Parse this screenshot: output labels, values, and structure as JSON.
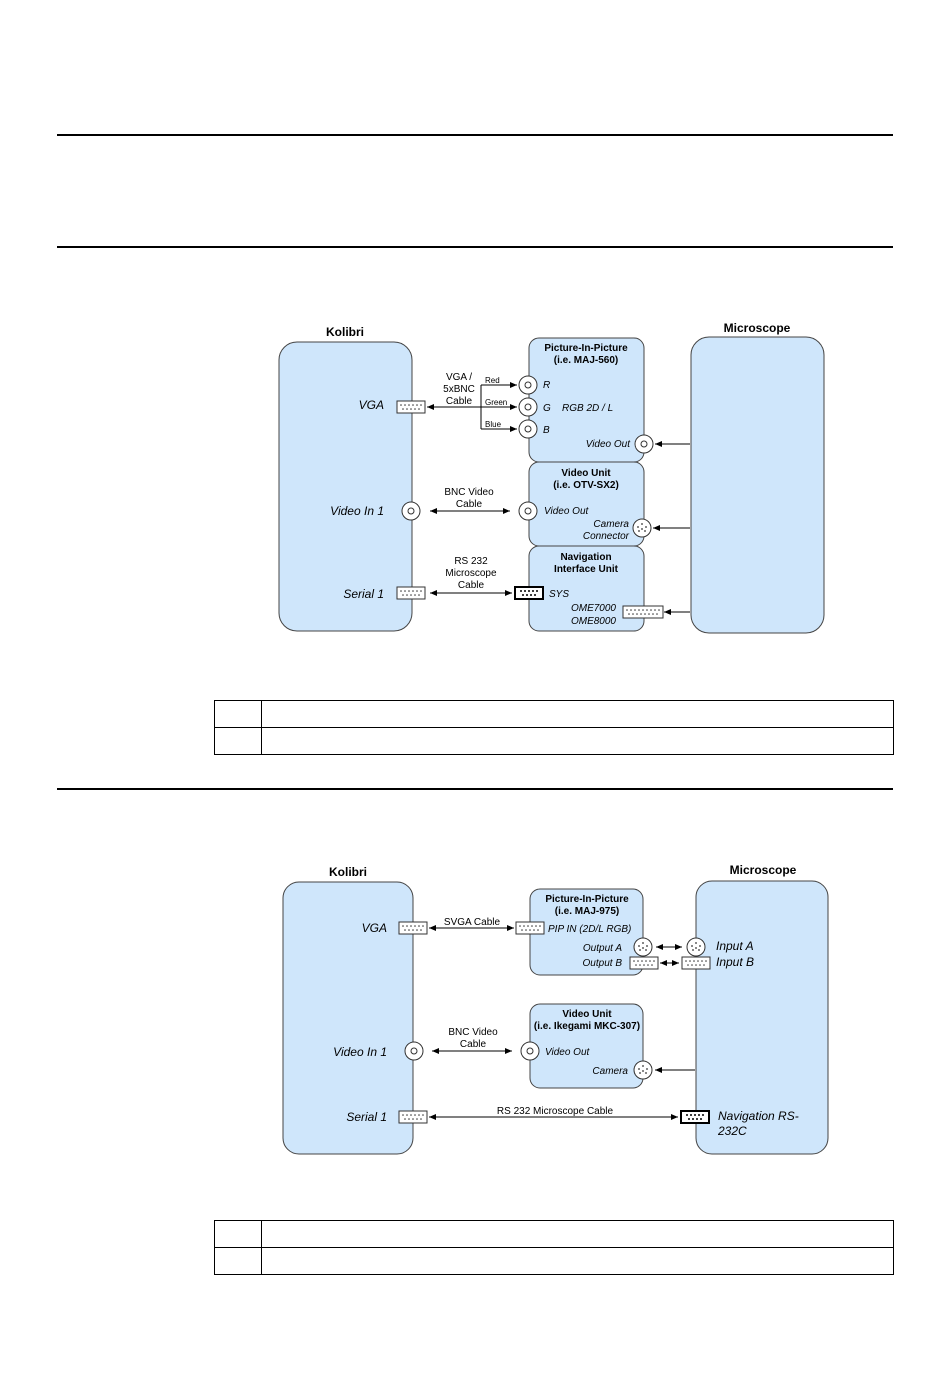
{
  "colors": {
    "panel_fill": "#cfe6fb",
    "line": "#000000"
  },
  "diagram1": {
    "kolibri_title": "Kolibri",
    "microscope_title": "Microscope",
    "kolibri_ports": {
      "vga": "VGA",
      "video_in": "Video In 1",
      "serial": "Serial 1"
    },
    "cable_vga": [
      "VGA /",
      "5xBNC",
      "Cable"
    ],
    "wire_red": "Red",
    "wire_green": "Green",
    "wire_blue": "Blue",
    "cable_bnc": [
      "BNC Video",
      "Cable"
    ],
    "cable_rs232": [
      "RS 232",
      "Microscope",
      "Cable"
    ],
    "pip": {
      "title": [
        "Picture-In-Picture",
        "(i.e. MAJ-560)"
      ],
      "r": "R",
      "g": "G",
      "b": "B",
      "rgb": "RGB 2D / L",
      "video_out": "Video Out"
    },
    "video_unit": {
      "title": [
        "Video Unit",
        "(i.e. OTV-SX2)"
      ],
      "video_out": "Video Out",
      "camera": [
        "Camera",
        "Connector"
      ]
    },
    "nav_unit": {
      "title": [
        "Navigation",
        "Interface Unit"
      ],
      "sys": "SYS",
      "ome": [
        "OME7000",
        "OME8000"
      ]
    }
  },
  "diagram2": {
    "kolibri_title": "Kolibri",
    "microscope_title": "Microscope",
    "kolibri_ports": {
      "vga": "VGA",
      "video_in": "Video In 1",
      "serial": "Serial 1"
    },
    "cable_svga": "SVGA Cable",
    "cable_bnc": [
      "BNC Video",
      "Cable"
    ],
    "cable_rs232": "RS 232 Microscope Cable",
    "pip": {
      "title": [
        "Picture-In-Picture",
        "(i.e. MAJ-975)"
      ],
      "pip_in": "PIP IN (2D/L RGB)",
      "output_a": "Output A",
      "output_b": "Output B"
    },
    "video_unit": {
      "title": [
        "Video Unit",
        "(i.e. Ikegami MKC-307)"
      ],
      "video_out": "Video Out",
      "camera": "Camera"
    },
    "microscope_ports": {
      "input_a": "Input A",
      "input_b": "Input B",
      "navigation": [
        "Navigation RS-",
        "232C"
      ]
    }
  }
}
